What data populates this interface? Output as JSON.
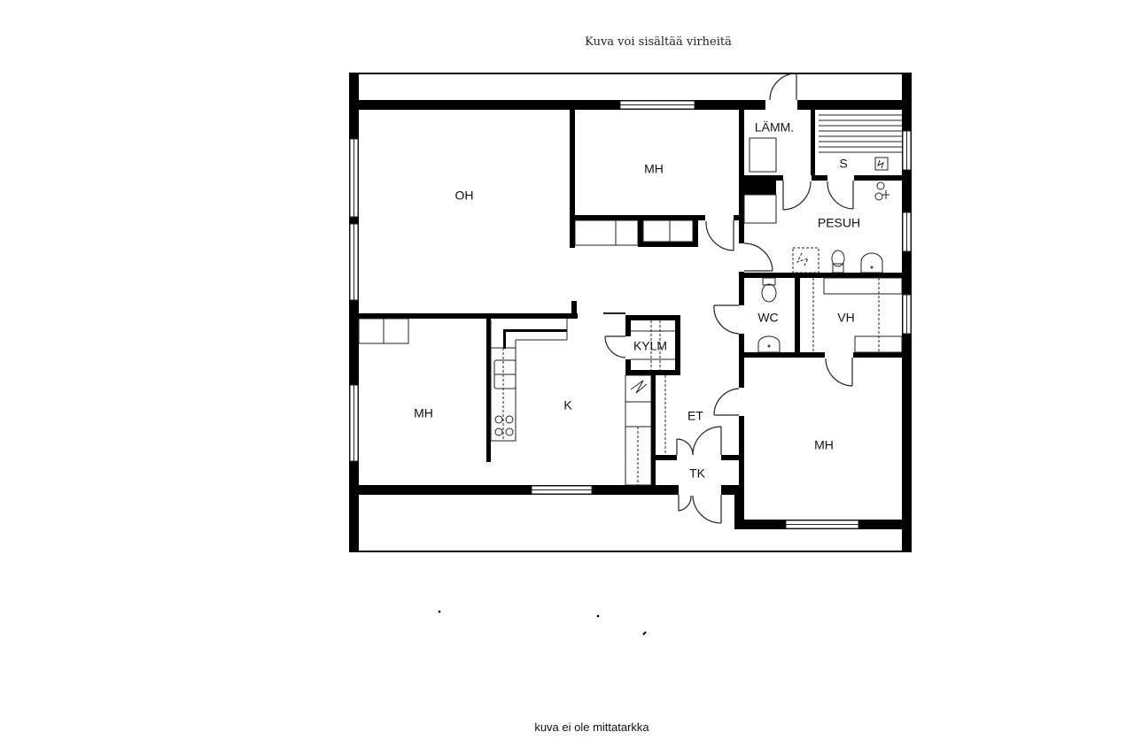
{
  "header": {
    "note": "Kuva voi sisältää virheitä"
  },
  "footer": {
    "note": "kuva ei ole mittatarkka"
  },
  "colors": {
    "wall": "#000000",
    "background": "#ffffff",
    "line": "#222222"
  },
  "rooms": [
    {
      "id": "oh",
      "label": "OH"
    },
    {
      "id": "mh-top",
      "label": "MH"
    },
    {
      "id": "lamm",
      "label": "LÄMM."
    },
    {
      "id": "sauna",
      "label": "S"
    },
    {
      "id": "pesuh",
      "label": "PESUH"
    },
    {
      "id": "wc",
      "label": "WC"
    },
    {
      "id": "vh",
      "label": "VH"
    },
    {
      "id": "mh-left",
      "label": "MH"
    },
    {
      "id": "kitchen",
      "label": "K"
    },
    {
      "id": "kylm",
      "label": "KYLM"
    },
    {
      "id": "et",
      "label": "ET"
    },
    {
      "id": "tk",
      "label": "TK"
    },
    {
      "id": "mh-right",
      "label": "MH"
    }
  ]
}
